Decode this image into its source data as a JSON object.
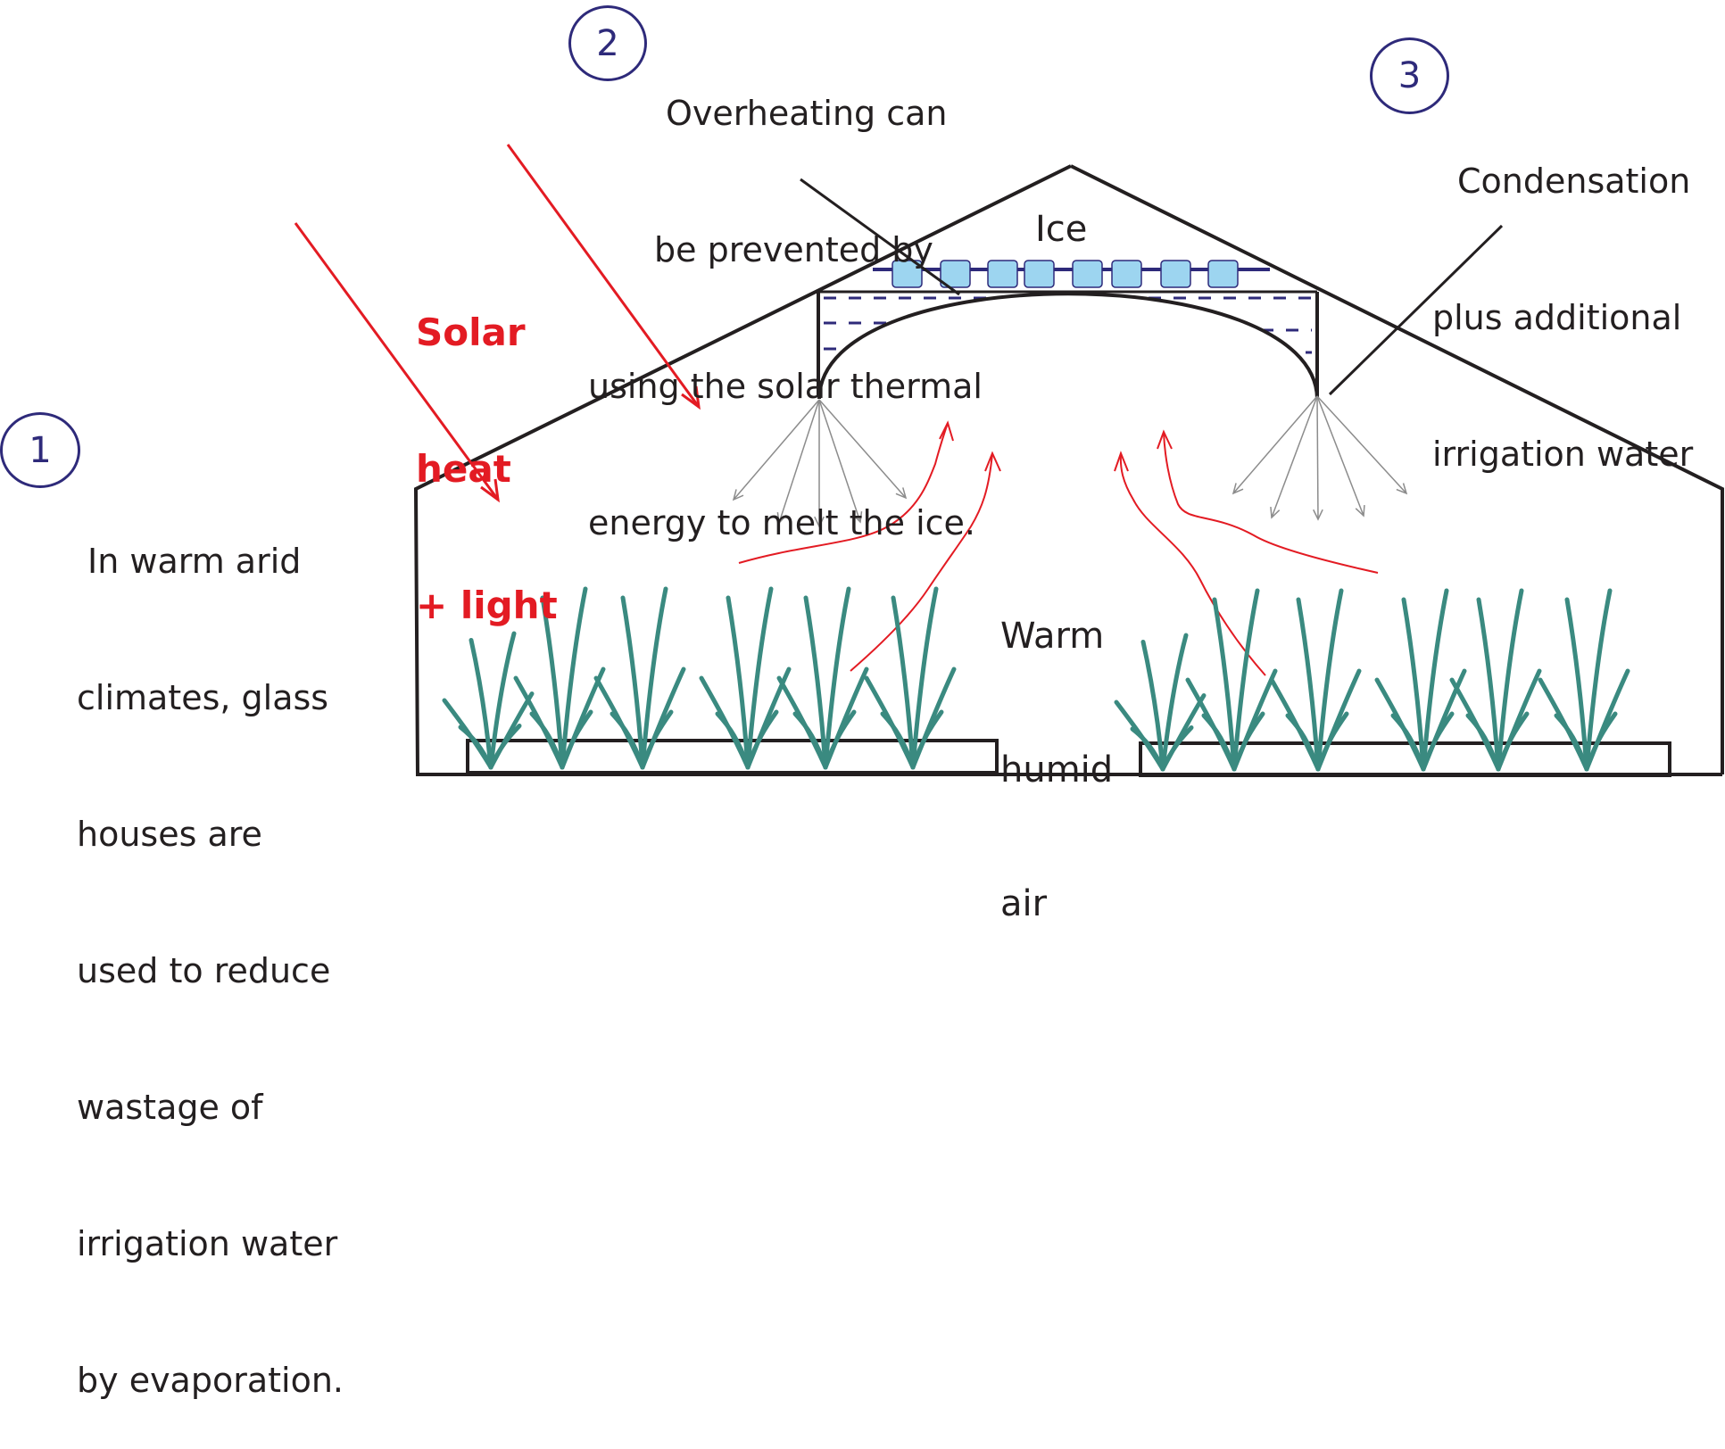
{
  "callouts": [
    {
      "number": "1",
      "lines": [
        "In warm arid",
        "climates, glass",
        "houses are",
        "used to reduce",
        "wastage of",
        "irrigation water",
        "by evaporation."
      ]
    },
    {
      "number": "2",
      "lines": [
        "Overheating can",
        "be prevented by",
        "using the solar thermal",
        "energy to melt the ice."
      ]
    },
    {
      "number": "3",
      "lines": [
        "Condensation",
        "plus additional",
        "irrigation water"
      ]
    }
  ],
  "labels": {
    "solar": [
      "Solar",
      "heat",
      "+ light"
    ],
    "ice": "Ice",
    "air": [
      "Warm",
      "humid",
      "air"
    ]
  },
  "colors": {
    "outline": "#231f20",
    "solar_red": "#e31b23",
    "ice_fill": "#9dd5f0",
    "ice_stroke": "#2e2a7a",
    "plant": "#3a8a80",
    "spray": "#8c8c8c"
  }
}
